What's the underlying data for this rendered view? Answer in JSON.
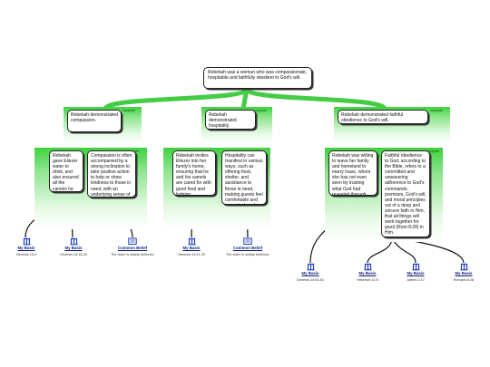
{
  "root": {
    "text": "Rebekah was a woman who was compassionate, hospitable and faithfully obedient to God's will."
  },
  "branches": [
    {
      "label": "supports",
      "claim": "Rebekah demonstrated compassion.",
      "reasons": [
        {
          "label": "supports",
          "text": "Rebekah gave Eliezer water to drink, and also ensured all the camels he had brought were given water to drink.",
          "source": {
            "title": "My Basis",
            "ref": "Genesis 15,3"
          }
        },
        {
          "label": "",
          "text": "Compassion is often accompanied by a strong inclination to take positive action to help or show kindness to those in need, with an underlying sense of caring and concern for their wellbeing.",
          "source": {
            "title": "My Basis",
            "ref": "Genesis 24:15-20"
          },
          "belief": {
            "title": "Common Belief",
            "ref": "The claim is widely believed."
          }
        }
      ]
    },
    {
      "label": "supports",
      "claim": "Rebekah demonstrated hospitality.",
      "reasons": [
        {
          "label": "supports",
          "text": "Rebekah invites Eliezer into her family's home, ensuring that he and his camels are cared for with good food and lodging.",
          "source": {
            "title": "My Basis",
            "ref": "Genesis 24:31-25"
          }
        },
        {
          "label": "",
          "text": "Hospitality can manifest in various ways, such as offering food, shelter, and assistance to those in need, making guests feel comfortable and respected, and ensuring their needs are met.",
          "belief": {
            "title": "Common Belief",
            "ref": "The claim is widely believed."
          }
        }
      ]
    },
    {
      "label": "supports",
      "claim": "Rebekah demonstrated faithful obedience to God's will.",
      "reasons": [
        {
          "label": "supports",
          "text": "Rebekah was willing to leave her family and homeland to marry Isaac, whom she has not even seen by trusting what God had revealed through Eliezer.",
          "source": {
            "title": "My Basis",
            "ref": "Genesis 24:54-61"
          }
        },
        {
          "label": "",
          "text": "Faithful obedience to God, according to the Bible, refers to a committed and unwavering adherence to God's commands, promises, God's will, and moral principles out of a deep and sincere faith in Him, that all things will work together for good (Rom 8:28) in Him.",
          "sources": [
            {
              "title": "My Basis",
              "ref": "Hebrews 11:8"
            },
            {
              "title": "My Basis",
              "ref": "James 2:17"
            },
            {
              "title": "My Basis",
              "ref": "Romans 8:28"
            }
          ]
        }
      ]
    }
  ],
  "colors": {
    "connector": "#44cc44",
    "panel_top": "#3ed23e",
    "link": "#0b1f7a",
    "icon": "#1d3fbf"
  },
  "icons": {
    "basis": "reference-book-icon",
    "belief": "common-belief-icon"
  }
}
